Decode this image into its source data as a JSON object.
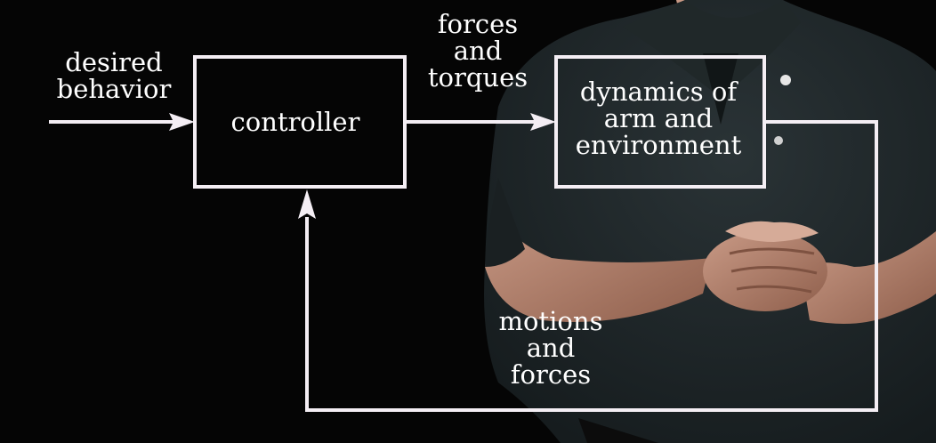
{
  "diagram": {
    "input_label": [
      "desired",
      "behavior"
    ],
    "controller_label": "controller",
    "signal_label": [
      "forces",
      "and",
      "torques"
    ],
    "plant_label": [
      "dynamics of",
      "arm and",
      "environment"
    ],
    "feedback_label": [
      "motions",
      "and",
      "forces"
    ]
  },
  "colors": {
    "background": "#050505",
    "line": "#f4eef4",
    "text": "#ffffff",
    "shirt": "#1d2427"
  }
}
